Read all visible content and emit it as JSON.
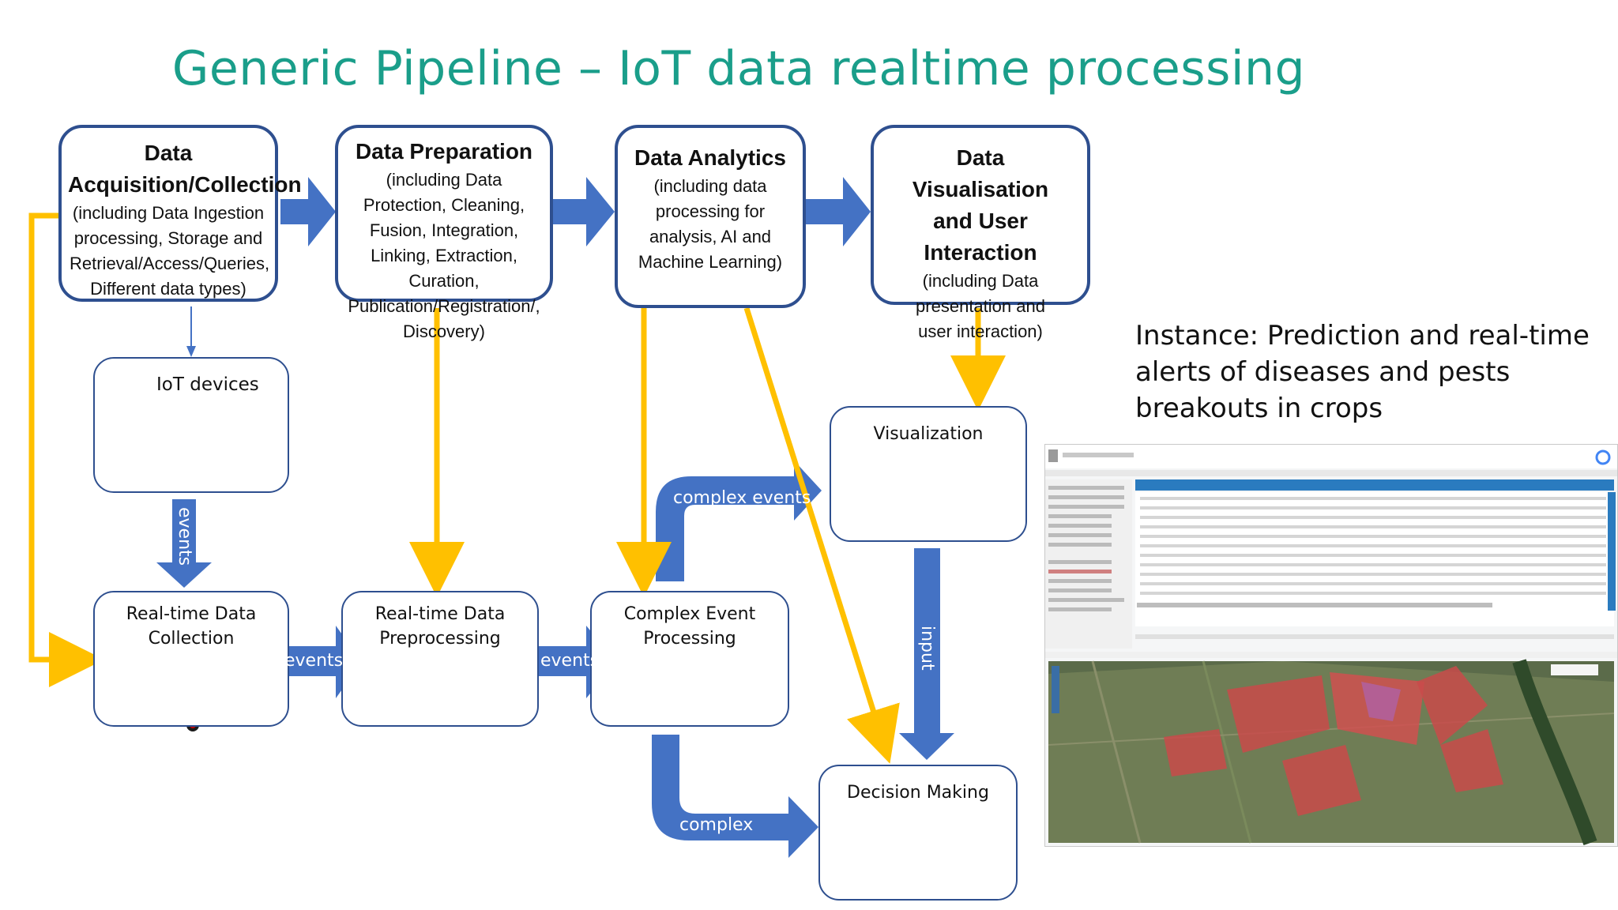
{
  "title": "Generic Pipeline – IoT data realtime processing",
  "top_stages": [
    {
      "title": "Data Acquisition/Collection",
      "detail": "(including Data Ingestion processing, Storage and Retrieval/Access/Queries, Different data types)"
    },
    {
      "title": "Data Preparation",
      "detail": "(including Data Protection, Cleaning, Fusion, Integration, Linking, Extraction, Curation, Publication/Registration/, Discovery)"
    },
    {
      "title": "Data Analytics",
      "detail": "(including data processing for analysis, AI and Machine Learning)"
    },
    {
      "title": "Data Visualisation and User Interaction",
      "detail": "(including Data presentation and user interaction)"
    }
  ],
  "nodes": {
    "iot": "IoT devices",
    "collection": "Real-time Data Collection",
    "preprocessing": "Real-time Data Preprocessing",
    "cep": "Complex Event Processing",
    "visualization": "Visualization",
    "decision": "Decision Making"
  },
  "edge_labels": {
    "events_vertical": "events",
    "events_1": "events",
    "events_2": "events",
    "complex_events": "complex events",
    "complex": "complex",
    "input": "input"
  },
  "instance_text": "Instance: Prediction and real-time alerts of diseases and pests breakouts in crops",
  "colors": {
    "title": "#1a9e8a",
    "box_border": "#2e4f8f",
    "blue_arrow": "#4472c4",
    "yellow_arrow": "#ffc000",
    "icon_teal": "#1f8a8a",
    "icon_dark": "#1a1a1a"
  },
  "icons": [
    "iot-sensors-photo",
    "data-collection-icon",
    "funnel-icon",
    "gears-icon",
    "dashboard-monitor-icon",
    "computer-icon",
    "head-gears-icon"
  ],
  "screenshot": {
    "description_icon": "app-screenshot-map"
  }
}
